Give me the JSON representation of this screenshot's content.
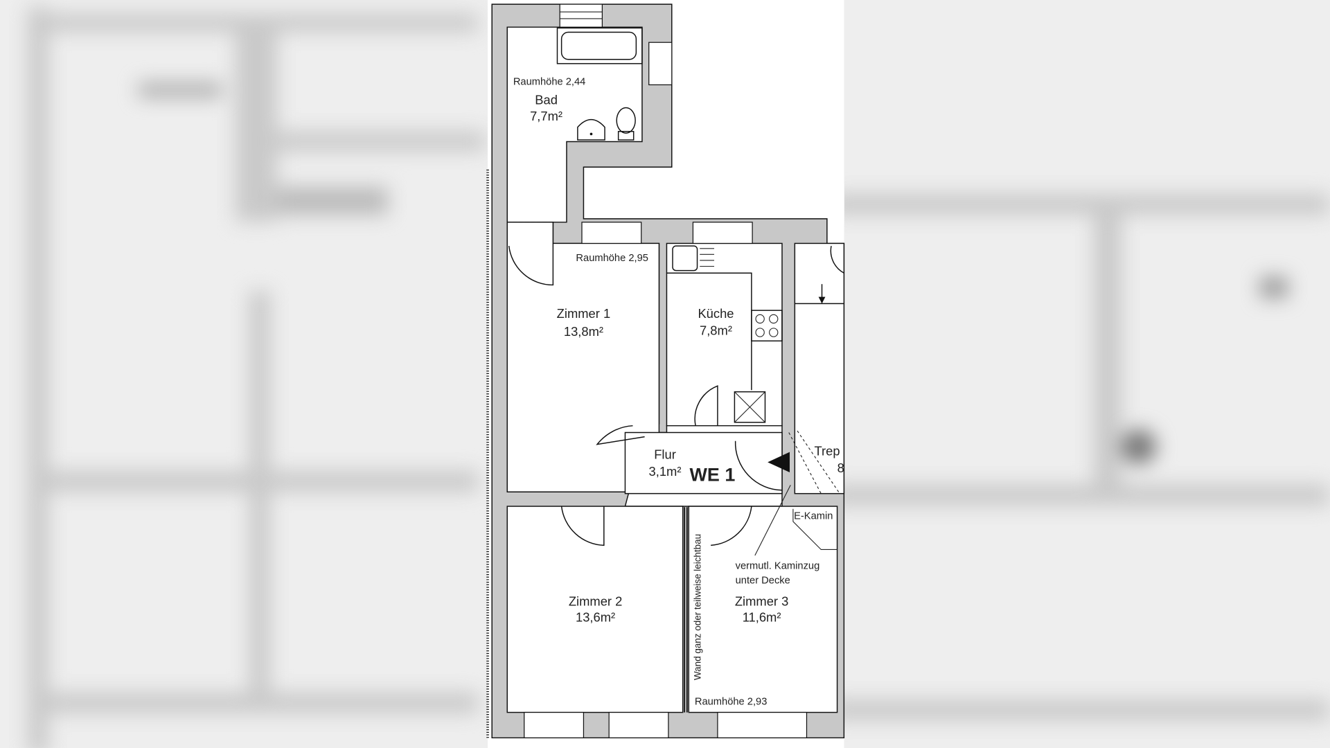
{
  "plan": {
    "unit_label": "WE 1",
    "rooms": [
      {
        "name": "Bad",
        "area": "7,7m²",
        "height": "Raumhöhe 2,44"
      },
      {
        "name": "Zimmer 1",
        "area": "13,8m²",
        "height": "Raumhöhe 2,95"
      },
      {
        "name": "Küche",
        "area": "7,8m²"
      },
      {
        "name": "Flur",
        "area": "3,1m²"
      },
      {
        "name": "Zimmer 2",
        "area": "13,6m²"
      },
      {
        "name": "Zimmer 3",
        "area": "11,6m²",
        "height": "Raumhöhe 2,93"
      },
      {
        "name": "Trep",
        "area": "8"
      }
    ],
    "annotations": {
      "e_kamin": "E-Kamin",
      "kaminzug_line1": "vermutl. Kaminzug",
      "kaminzug_line2": "unter Decke",
      "wall_note": "Wand ganz oder teilweise leichtbau"
    }
  }
}
